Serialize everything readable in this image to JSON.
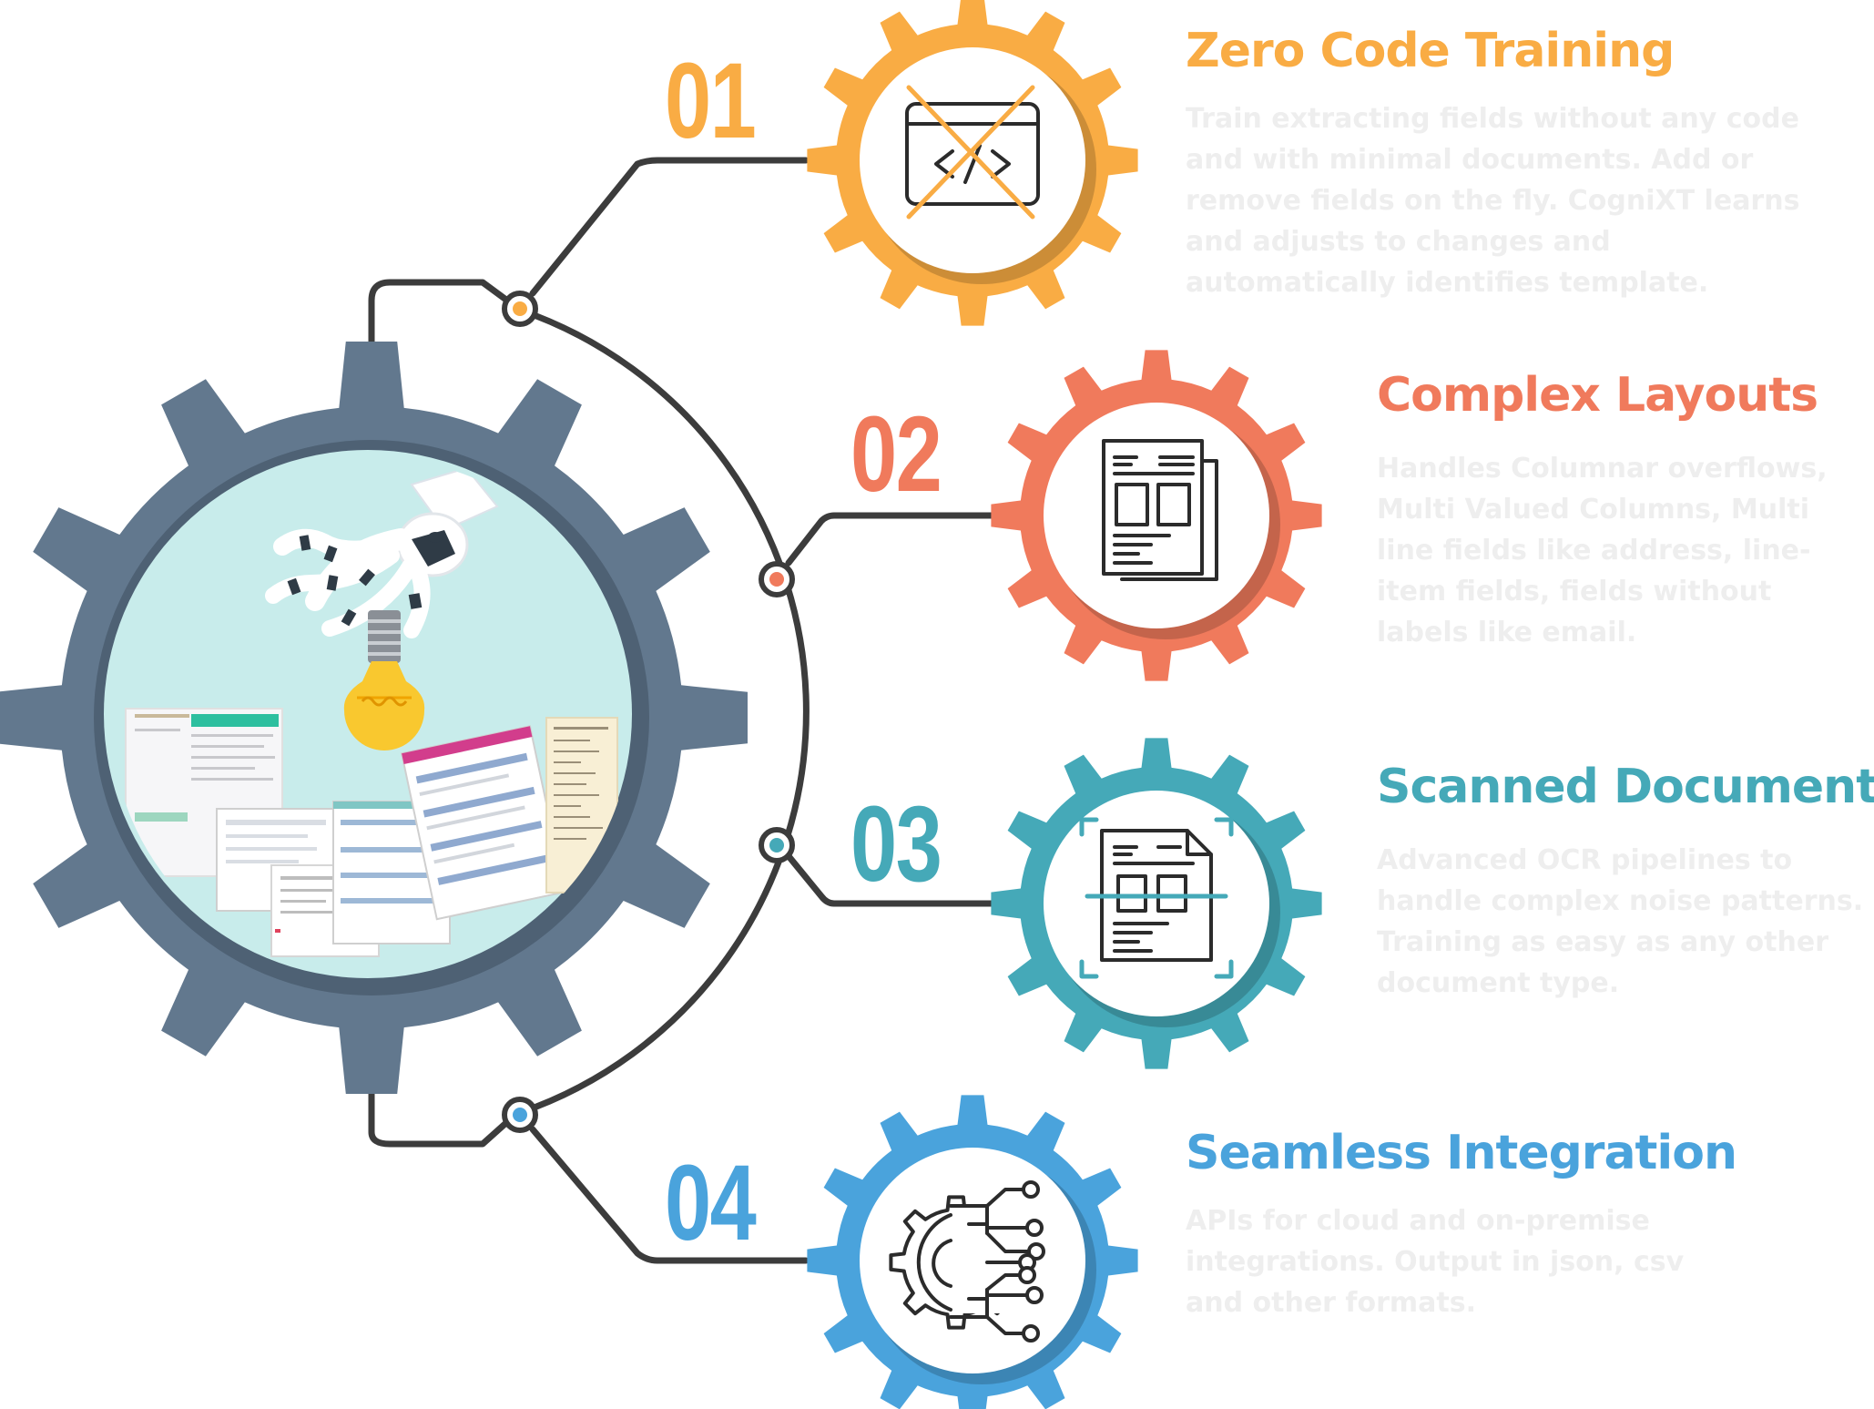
{
  "colors": {
    "step1": "#F9AC44",
    "step2": "#F07A5C",
    "step3": "#45A9B8",
    "step4": "#4AA3DC",
    "main_gear": "#62788E",
    "connector": "#3C3C3C",
    "hub_circle": "#C8ECEB",
    "description_text": "#EEEEEE"
  },
  "hub": {
    "icon": "robot-hand-lightbulb-documents-illustration"
  },
  "features": [
    {
      "number": "01",
      "title": "Zero Code Training",
      "description": "Train extracting fields without any code and with minimal documents. Add or remove fields on the fly. CogniXT learns and adjusts to changes and automatically identifies template.",
      "icon": "no-code-icon"
    },
    {
      "number": "02",
      "title": "Complex Layouts",
      "description": "Handles Columnar overflows, Multi Valued Columns, Multi line fields like address, line-item fields, fields without labels like email.",
      "icon": "multi-page-layout-icon"
    },
    {
      "number": "03",
      "title": "Scanned Documents",
      "description": "Advanced OCR pipelines to handle complex noise patterns. Training as easy as any other document type.",
      "icon": "document-scan-icon"
    },
    {
      "number": "04",
      "title": "Seamless Integration",
      "description": "APIs for cloud and on-premise integrations. Output in json, csv and other formats.",
      "icon": "gear-circuit-integration-icon"
    }
  ]
}
